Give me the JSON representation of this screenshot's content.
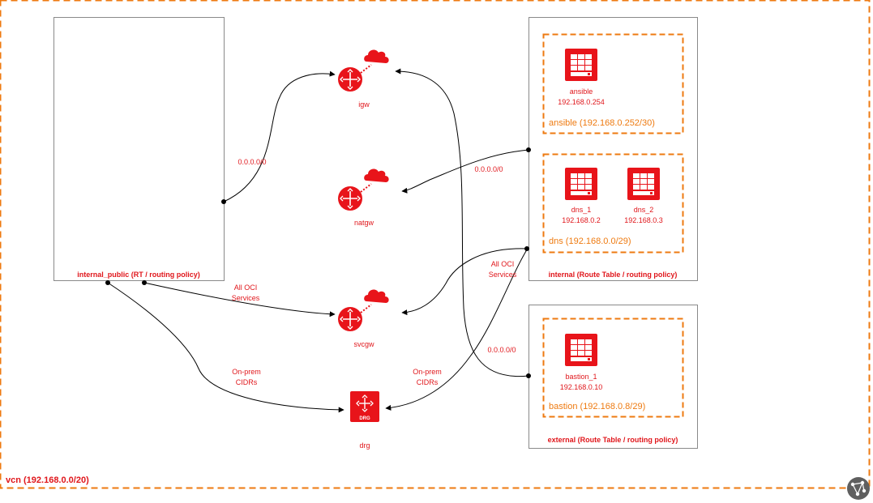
{
  "vcn": {
    "label": "vcn (192.168.0.0/20)"
  },
  "route_tables": {
    "internal_public": "internal_public (RT / routing policy)",
    "internal": "internal (Route Table / routing policy)",
    "external": "external (Route Table / routing policy)"
  },
  "subnets": {
    "ansible": "ansible (192.168.0.252/30)",
    "dns": "dns (192.168.0.0/29)",
    "bastion": "bastion (192.168.0.8/29)"
  },
  "instances": {
    "ansible": {
      "name": "ansible",
      "ip": "192.168.0.254"
    },
    "dns_1": {
      "name": "dns_1",
      "ip": "192.168.0.2"
    },
    "dns_2": {
      "name": "dns_2",
      "ip": "192.168.0.3"
    },
    "bastion_1": {
      "name": "bastion_1",
      "ip": "192.168.0.10"
    }
  },
  "gateways": {
    "igw": "igw",
    "natgw": "natgw",
    "svcgw": "svcgw",
    "drg": "drg",
    "drg_badge": "DRG"
  },
  "edges": {
    "public_igw": "0.0.0.0/0",
    "internal_natgw": "0.0.0.0/0",
    "external_igw": "0.0.0.0/0",
    "public_svcgw": [
      "All OCI",
      "Services"
    ],
    "internal_svcgw": [
      "All OCI",
      "Services"
    ],
    "public_drg": [
      "On-prem",
      "CIDRs"
    ],
    "internal_drg": [
      "On-prem",
      "CIDRs"
    ]
  },
  "colors": {
    "orange": "#ee7a10",
    "red": "#e8141a",
    "label_red": "#e0161b",
    "box_border": "#8a8a8a"
  },
  "icons": {
    "corner": "graph-network-icon"
  }
}
